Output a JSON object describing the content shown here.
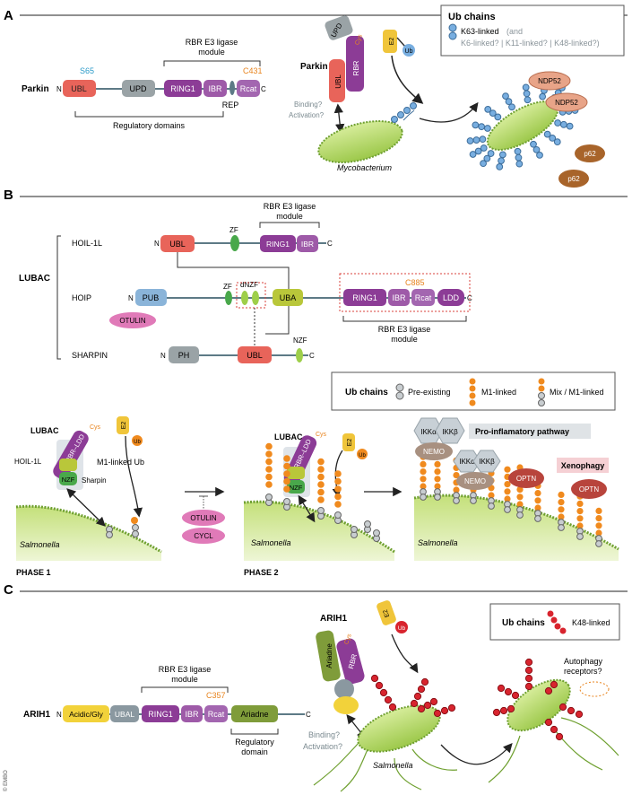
{
  "credit": "© EMBO",
  "colors": {
    "ubl": "#e8645a",
    "upd": "#9aa3a6",
    "ring": "#8c3c96",
    "ibr": "#9e5aa8",
    "rcat": "#a366b0",
    "rep": "#5d7a86",
    "pub": "#8ab4d9",
    "otulin": "#e07ab8",
    "zf": "#49a84b",
    "uba": "#b9c73a",
    "ariadne": "#7f9c3a",
    "acidic": "#f2d23a",
    "ubal": "#8a98a0",
    "ub_blue": "#78aee0",
    "m1_orange": "#f08a1e",
    "k48_red": "#d8242e",
    "bacteria": "#b6d86a",
    "e2": "#f0c53a",
    "nemo": "#a89080",
    "optn": "#b8443c",
    "np52": "#e8a488",
    "p62": "#a8642a",
    "salmonella": "#8fc043"
  },
  "panelA": {
    "label": "A",
    "legend": {
      "title": "Ub chains",
      "line1": "K63-linked",
      "line1b": "(and",
      "line2": "K6-linked? | K11-linked? | K48-linked?)"
    },
    "protein": "Parkin",
    "s65": "S65",
    "c431": "C431",
    "module": "RBR E3 ligase",
    "module2": "module",
    "domains": {
      "ubl": "UBL",
      "upd": "UPD",
      "ring1": "RING1",
      "ibr": "IBR",
      "rcat": "Rcat",
      "rep": "REP"
    },
    "n": "N",
    "c": "C",
    "regulatory": "Regulatory domains",
    "struct_label": "Parkin",
    "cys": "Cys",
    "e2": "E2",
    "ub": "Ub",
    "binding": "Binding?",
    "activation": "Activation?",
    "bacterium": "Mycobacterium",
    "ndp52": "NDP52",
    "p62": "p62"
  },
  "panelB": {
    "label": "B",
    "lubac": "LUBAC",
    "hoil": "HOIL-1L",
    "hoip": "HOIP",
    "sharpin": "SHARPIN",
    "module": "RBR E3 ligase",
    "module2": "module",
    "c885": "C885",
    "domains": {
      "ubl": "UBL",
      "zf": "ZF",
      "ring1": "RING1",
      "ibr": "IBR",
      "rcat": "Rcat",
      "pub": "PUB",
      "dnzf": "dNZF",
      "uba": "UBA",
      "ldd": "LDD",
      "otulin": "OTULIN",
      "ph": "PH",
      "nzf": "NZF"
    },
    "n": "N",
    "c": "C",
    "legend": {
      "title": "Ub chains",
      "pre": "Pre-existing",
      "m1": "M1-linked",
      "mix": "Mix / M1-linked"
    },
    "phase1": "PHASE 1",
    "phase2": "PHASE 2",
    "lubac_struct": "LUBAC",
    "cys": "Cys",
    "rbr_ldd": "RBR–LDD",
    "hoil_struct": "HOIL-1L",
    "sharpin_struct": "Sharpin",
    "nzf": "NZF",
    "e2": "E2",
    "ub": "Ub",
    "m1_ub": "M1-linked Ub",
    "otulin": "OTULIN",
    "cycl": "CYCL",
    "salmonella": "Salmonella",
    "ikka": "IKKα",
    "ikkb": "IKKβ",
    "nemo": "NEMO",
    "optn": "OPTN",
    "proinflam": "Pro-inflamatory pathway",
    "xenophagy": "Xenophagy"
  },
  "panelC": {
    "label": "C",
    "protein": "ARIH1",
    "module": "RBR E3 ligase",
    "module2": "module",
    "c357": "C357",
    "domains": {
      "acidic": "Acidic/Gly",
      "ubal": "UBAL",
      "ring1": "RING1",
      "ibr": "IBR",
      "rcat": "Rcat",
      "ariadne": "Ariadne"
    },
    "n": "N",
    "c": "C",
    "regulatory": "Regulatory",
    "regulatory2": "domain",
    "struct_label": "ARIH1",
    "ariadne_struct": "Ariadne",
    "rbr": "RBR",
    "cys": "Cys",
    "e2": "E2",
    "ub": "Ub",
    "legend": {
      "title": "Ub chains",
      "k48": "K48-linked"
    },
    "binding": "Binding?",
    "activation": "Activation?",
    "salmonella": "Salmonella",
    "autophagy": "Autophagy",
    "receptors": "receptors?"
  }
}
